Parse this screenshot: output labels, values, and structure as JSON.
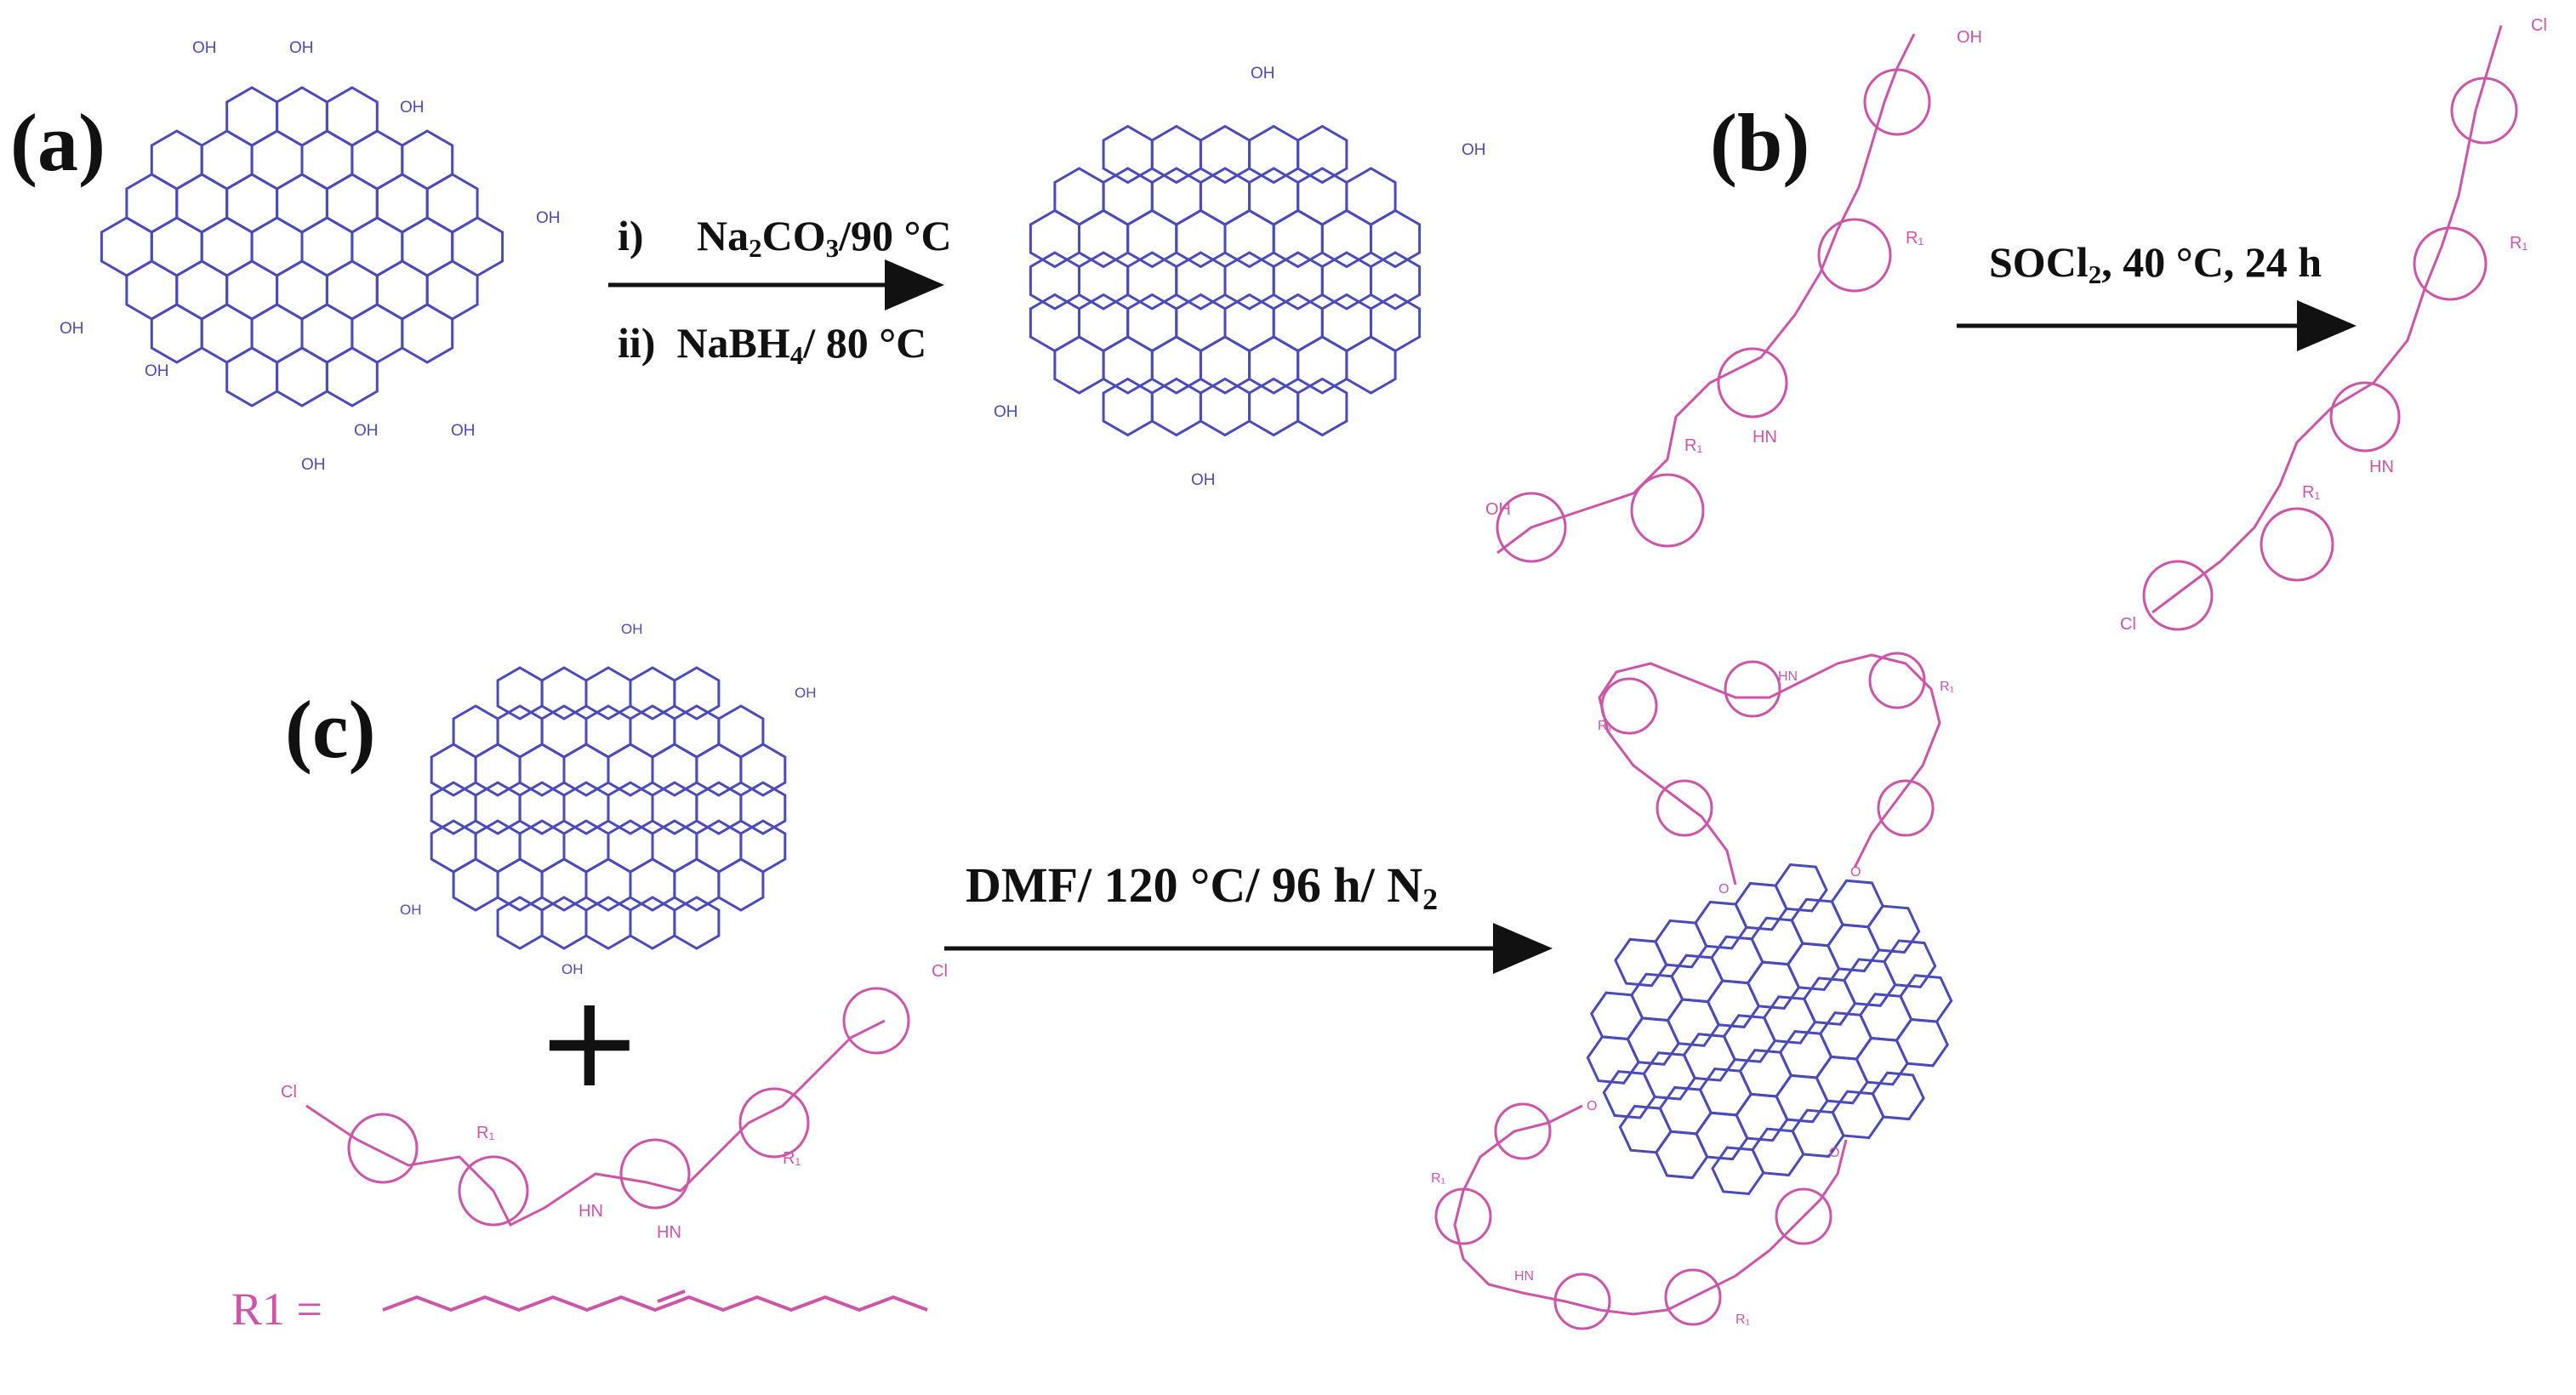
{
  "labels": {
    "a": "(a)",
    "b": "(b)",
    "c": "(c)"
  },
  "reaction_a": {
    "step1_num": "i)",
    "step1_pre": "Na",
    "step1_sub1": "2",
    "step1_mid": "CO",
    "step1_sub2": "3",
    "step1_post": "/90 °C",
    "step2_num": "ii)",
    "step2_pre": "NaBH",
    "step2_sub": "4",
    "step2_post": "/ 80 °C"
  },
  "reaction_b": {
    "pre": "SOCl",
    "sub": "2",
    "post": ", 40 °C, 24 h"
  },
  "reaction_c": {
    "pre": "DMF/ 120 °C/ 96 h/ N",
    "sub": "2"
  },
  "plus_sign": "+",
  "r1_label": "R1 =",
  "groups": {
    "oh": "OH",
    "cooh": "OH",
    "cl": "Cl",
    "nh": "HN",
    "r1": "R₁",
    "o": "O"
  },
  "colors": {
    "graphene": "#4a4ab8",
    "azo": "#cc55aa",
    "ink": "#111111"
  }
}
